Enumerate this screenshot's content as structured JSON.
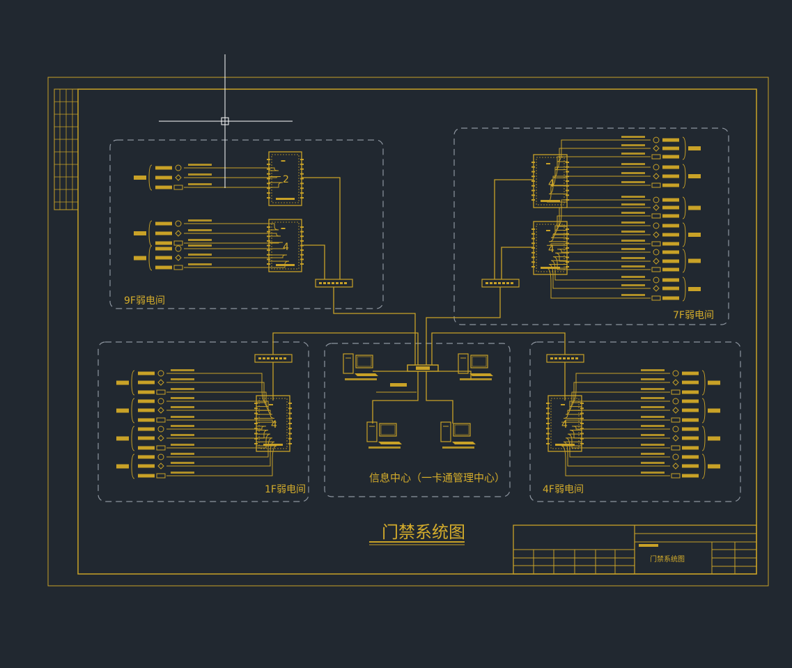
{
  "colors": {
    "background": "#212830",
    "line": "#C9A227",
    "label": "#D4AC2B",
    "dash": "#8E96A0",
    "cursor": "#FFFFFF"
  },
  "drawing_title": "门禁系统图",
  "title_block_name": "门禁系统图",
  "info_center": {
    "label": "信息中心（一卡通管理中心）"
  },
  "rooms": {
    "r9f": {
      "label": "9F弱电间",
      "controllers": [
        "2",
        "4"
      ]
    },
    "r7f": {
      "label": "7F弱电间",
      "controllers": [
        "4",
        "4"
      ]
    },
    "r1f": {
      "label": "1F弱电间",
      "controllers": [
        "4"
      ]
    },
    "r4f": {
      "label": "4F弱电间",
      "controllers": [
        "4"
      ]
    }
  },
  "icons": [
    "crosshair-cursor-icon",
    "computer-workstation-icon",
    "network-switch-icon",
    "door-controller-icon",
    "card-reader-icon",
    "exit-button-icon",
    "electric-lock-icon"
  ]
}
